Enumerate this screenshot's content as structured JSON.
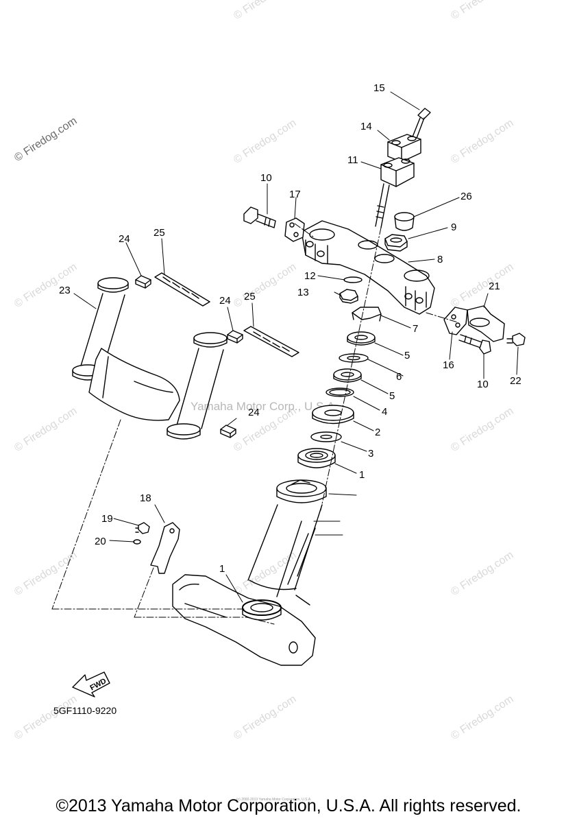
{
  "watermark_text": "© Firedog.com",
  "center_watermark": "Yamaha Motor Corp., U.S.A.",
  "part_code": "5GF1110-9220",
  "fwd_label": "FWD",
  "tiny_notice": "(c) 2000-2013 Yamaha Motor Corporation, U.S.A.",
  "copyright": "©2013 Yamaha Motor Corporation, U.S.A. All rights reserved.",
  "callouts": {
    "c15": "15",
    "c14": "14",
    "c11": "11",
    "c26": "26",
    "c9": "9",
    "c8": "8",
    "c10a": "10",
    "c17": "17",
    "c24a": "24",
    "c25a": "25",
    "c23": "23",
    "c12": "12",
    "c13": "13",
    "c21": "21",
    "c24b": "24",
    "c25b": "25",
    "c7": "7",
    "c5a": "5",
    "c6": "6",
    "c16": "16",
    "c10b": "10",
    "c22": "22",
    "c5b": "5",
    "c4": "4",
    "c24c": "24",
    "c2": "2",
    "c3": "3",
    "c1a": "1",
    "c18": "18",
    "c19": "19",
    "c20": "20",
    "c1b": "1"
  },
  "colors": {
    "line": "#000000",
    "watermark": "#d9d9d9"
  }
}
